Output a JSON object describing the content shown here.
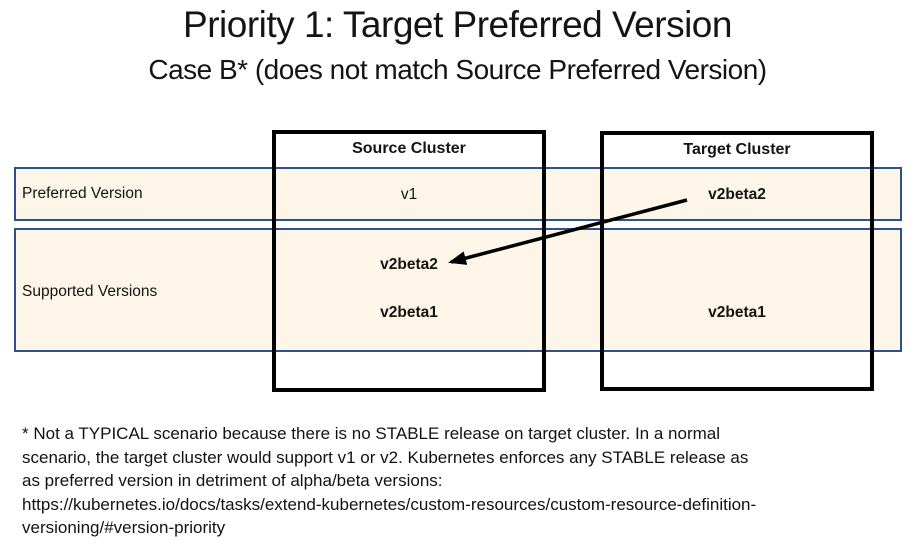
{
  "title": "Priority 1: Target Preferred Version",
  "subtitle": "Case B* (does not match Source Preferred Version)",
  "table": {
    "columns": [
      {
        "label": "Source Cluster"
      },
      {
        "label": "Target Cluster"
      }
    ],
    "rows": [
      {
        "label": "Preferred Version",
        "source": "v1",
        "target": "v2beta2"
      },
      {
        "label": "Supported Versions",
        "source": [
          "v2beta2",
          "v2beta1"
        ],
        "target": [
          "v2beta1"
        ]
      }
    ]
  },
  "arrow": {
    "from_label": "Target Cluster preferred version v2beta2",
    "to_label": "Source Cluster supported version v2beta2"
  },
  "footnote": {
    "text": "* Not a TYPICAL scenario because there is no STABLE release on target cluster. In a normal\nscenario, the target cluster would support v1 or v2. Kubernetes enforces any STABLE release as\nas preferred version in detriment of alpha/beta versions:\nhttps://kubernetes.io/docs/tasks/extend-kubernetes/custom-resources/custom-resource-definition-\nversioning/#version-priority"
  },
  "colors": {
    "band_background": "#fdf6e8",
    "band_border": "#2d5189",
    "box_border": "#000000",
    "text": "#141414",
    "page_background": "#ffffff"
  }
}
